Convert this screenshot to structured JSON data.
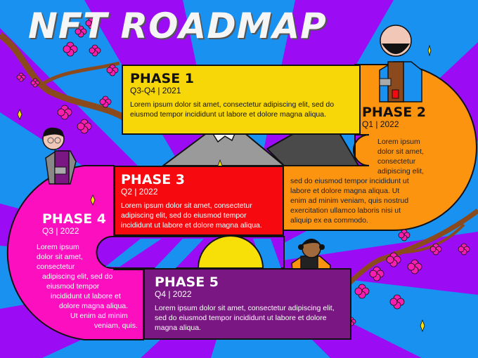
{
  "title": "NFT ROADMAP",
  "colors": {
    "bg_blue": "#1991f0",
    "bg_purple": "#9b0cf4",
    "phase1": "#f7d708",
    "phase2": "#fd9410",
    "phase3": "#f60a10",
    "phase4": "#fc0fbf",
    "phase5": "#7a1782",
    "sun": "#f7df08",
    "blossom": "#f81fb0"
  },
  "phases": [
    {
      "label": "PHASE 1",
      "date": "Q3-Q4 | 2021",
      "body": "Lorem ipsum dolor sit amet, consectetur adipiscing elit, sed do eiusmod tempor incididunt ut labore et dolore magna aliqua."
    },
    {
      "label": "PHASE 2",
      "date": "Q1 | 2022",
      "body_lines": [
        "Lorem ipsum",
        "dolor sit amet,",
        "consectetur",
        "adipiscing elit,",
        "sed do eiusmod tempor incididunt ut",
        "labore et dolore magna aliqua. Ut",
        "enim ad minim veniam, quis nostrud",
        "exercitation ullamco laboris nisi ut",
        "aliquip ex ea commodo."
      ]
    },
    {
      "label": "PHASE 3",
      "date": "Q2 | 2022",
      "body": "Lorem ipsum dolor sit amet, consectetur adipiscing elit, sed do eiusmod tempor incididunt ut labore et dolore magna aliqua."
    },
    {
      "label": "PHASE 4",
      "date": "Q3 | 2022",
      "body_lines": [
        "Lorem ipsum",
        "dolor sit amet,",
        "consectetur",
        "adipiscing elit, sed do",
        "eiusmod tempor",
        "incididunt ut labore et",
        "dolore magna aliqua.",
        "Ut enim ad minim",
        "veniam, quis."
      ]
    },
    {
      "label": "PHASE 5",
      "date": "Q4 | 2022",
      "body": "Lorem ipsum dolor sit amet, consectetur adipiscing elit, sed do eiusmod tempor incididunt ut labore et dolore magna aliqua."
    }
  ],
  "illustrations": [
    "cherry-blossom-branch-left",
    "cherry-blossom-branch-right",
    "barista-man-top-right",
    "barista-boy-left",
    "barista-girl-bottom",
    "mountains",
    "sun",
    "sparkles"
  ]
}
